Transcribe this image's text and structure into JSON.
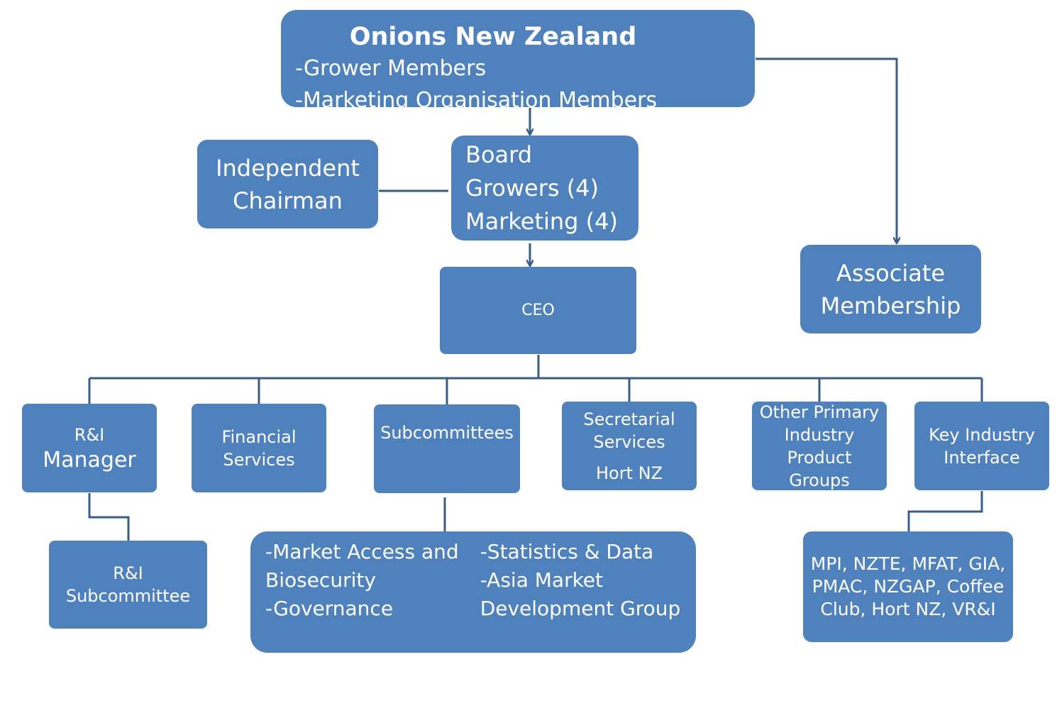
{
  "org_chart": {
    "onions_nz": {
      "title": "Onions New Zealand",
      "lines": [
        "-Grower Members",
        "-Marketing Organisation Members"
      ]
    },
    "independent_chairman": {
      "lines": [
        "Independent",
        "Chairman"
      ]
    },
    "board": {
      "lines": [
        "Board",
        "Growers (4)",
        "Marketing (4)"
      ]
    },
    "associate_membership": {
      "lines": [
        "Associate",
        "Membership"
      ]
    },
    "ceo": {
      "label": "CEO"
    },
    "ri_manager": {
      "lines": [
        "R&I",
        "Manager"
      ]
    },
    "financial_services": {
      "lines": [
        "Financial",
        "Services"
      ]
    },
    "subcommittees": {
      "label": "Subcommittees"
    },
    "secretarial_services": {
      "lines": [
        "Secretarial",
        "Services",
        "Hort NZ"
      ]
    },
    "other_primary": {
      "lines": [
        "Other Primary",
        "Industry",
        "Product",
        "Groups"
      ]
    },
    "key_industry": {
      "lines": [
        "Key Industry",
        "Interface"
      ]
    },
    "ri_subcommittee": {
      "lines": [
        "R&I",
        "Subcommittee"
      ]
    },
    "subcommittee_list": {
      "col1": [
        "-Market Access and",
        "Biosecurity",
        "-Governance"
      ],
      "col2": [
        "-Statistics & Data",
        "-Asia Market",
        "Development Group"
      ]
    },
    "key_partners": {
      "lines": [
        "MPI, NZTE, MFAT, GIA,",
        "PMAC, NZGAP, Coffee",
        "Club, Hort NZ, VR&I"
      ]
    }
  },
  "colors": {
    "box_fill": "#4f81bd",
    "connector": "#385d8a",
    "text": "#ffffff"
  }
}
